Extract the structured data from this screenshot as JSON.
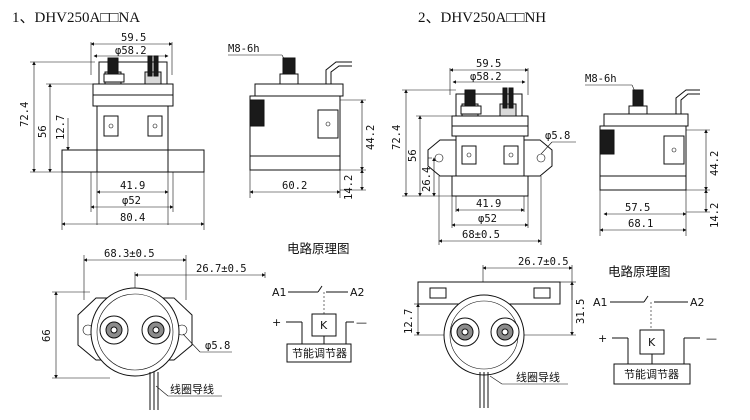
{
  "titles": {
    "left": "1、DHV250A□□NA",
    "right": "2、DHV250A□□NH"
  },
  "dims_left_front": {
    "w_top": "59.5",
    "dia_top": "φ58.2",
    "h_total": "72.4",
    "h_56": "56",
    "h_127": "12.7",
    "w_419": "41.9",
    "dia_52": "φ52",
    "w_804": "80.4"
  },
  "dims_left_side": {
    "thread": "M8-6h",
    "h_442": "44.2",
    "w_602": "60.2",
    "h_142": "14.2"
  },
  "dims_right_front": {
    "w_top": "59.5",
    "dia_top": "φ58.2",
    "h_total": "72.4",
    "h_56": "56",
    "h_264": "26.4",
    "hole": "φ5.8",
    "w_419": "41.9",
    "dia_52": "φ52",
    "w_68": "68±0.5"
  },
  "dims_right_side": {
    "thread": "M8-6h",
    "h_442": "44.2",
    "w_575": "57.5",
    "h_142": "14.2",
    "w_681": "68.1"
  },
  "dims_left_bottom": {
    "w_683": "68.3±0.5",
    "w_267": "26.7±0.5",
    "h_66": "66",
    "hole": "φ5.8",
    "lead": "线圈导线"
  },
  "dims_right_bottom": {
    "w_267": "26.7±0.5",
    "h_315": "31.5",
    "h_127": "12.7",
    "lead": "线圈导线"
  },
  "circuit": {
    "title": "电路原理图",
    "a1": "A1",
    "a2": "A2",
    "plus": "+",
    "minus": "—",
    "coil": "K",
    "box": "节能调节器"
  }
}
